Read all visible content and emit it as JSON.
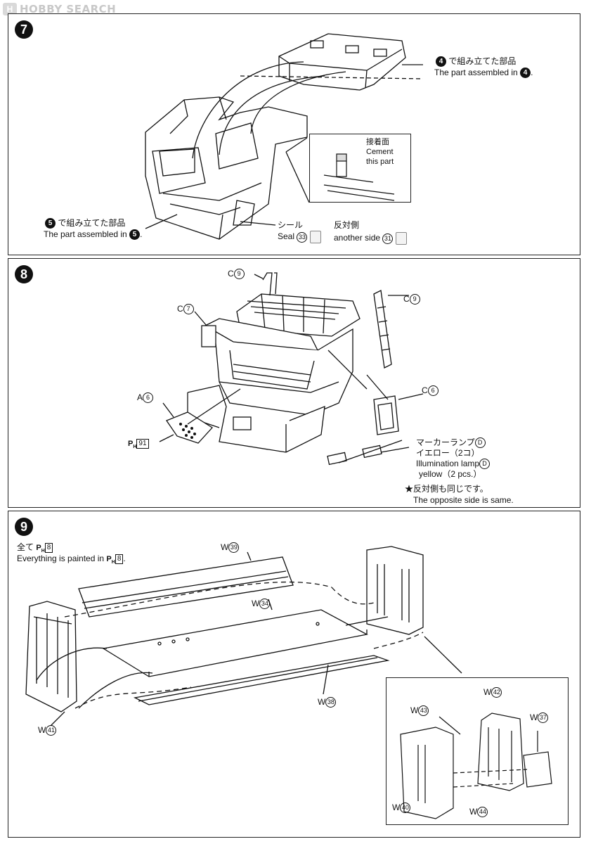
{
  "watermark": {
    "logo": "H",
    "text": "HOBBY SEARCH"
  },
  "step7": {
    "number": "7",
    "assembled4": {
      "ref": "4",
      "jp": "で組み立てた部品",
      "en": "The part assembled in",
      "end": "."
    },
    "cement": {
      "jp": "接着面",
      "en1": "Cement",
      "en2": "this part"
    },
    "assembled5": {
      "ref": "5",
      "jp": "で組み立てた部品",
      "en": "The part assembled in",
      "end": "."
    },
    "seal": {
      "jp": "シール",
      "en": "Seal",
      "num": "33"
    },
    "other_side": {
      "jp": "反対側",
      "en": "another side",
      "num": "31"
    }
  },
  "step8": {
    "number": "8",
    "c9a": {
      "letter": "C",
      "num": "9"
    },
    "c7": {
      "letter": "C",
      "num": "7"
    },
    "c9b": {
      "letter": "C",
      "num": "9"
    },
    "c6": {
      "letter": "C",
      "num": "6"
    },
    "a6": {
      "letter": "A",
      "num": "6"
    },
    "ph91": {
      "ph": "P",
      "sub": "H",
      "num": "91"
    },
    "lamp": {
      "jp1": "マーカーランプ",
      "part": "D",
      "jp2": "イエロー（2コ）",
      "en1": "Illumination lamp",
      "en2": "yellow（2 pcs.）"
    },
    "note": {
      "jp": "★反対側も同じです。",
      "en": "The opposite side is same."
    }
  },
  "step9": {
    "number": "9",
    "paint": {
      "jp": "全て",
      "en": "Everything is painted in",
      "ph": "P",
      "sub": "H",
      "num": "8",
      "end": "."
    },
    "w39": {
      "letter": "W",
      "num": "39"
    },
    "w34": {
      "letter": "W",
      "num": "34"
    },
    "w38": {
      "letter": "W",
      "num": "38"
    },
    "w41": {
      "letter": "W",
      "num": "41"
    },
    "w42": {
      "letter": "W",
      "num": "42"
    },
    "w43": {
      "letter": "W",
      "num": "43"
    },
    "w37": {
      "letter": "W",
      "num": "37"
    },
    "w40": {
      "letter": "W",
      "num": "40"
    },
    "w44": {
      "letter": "W",
      "num": "44"
    }
  }
}
